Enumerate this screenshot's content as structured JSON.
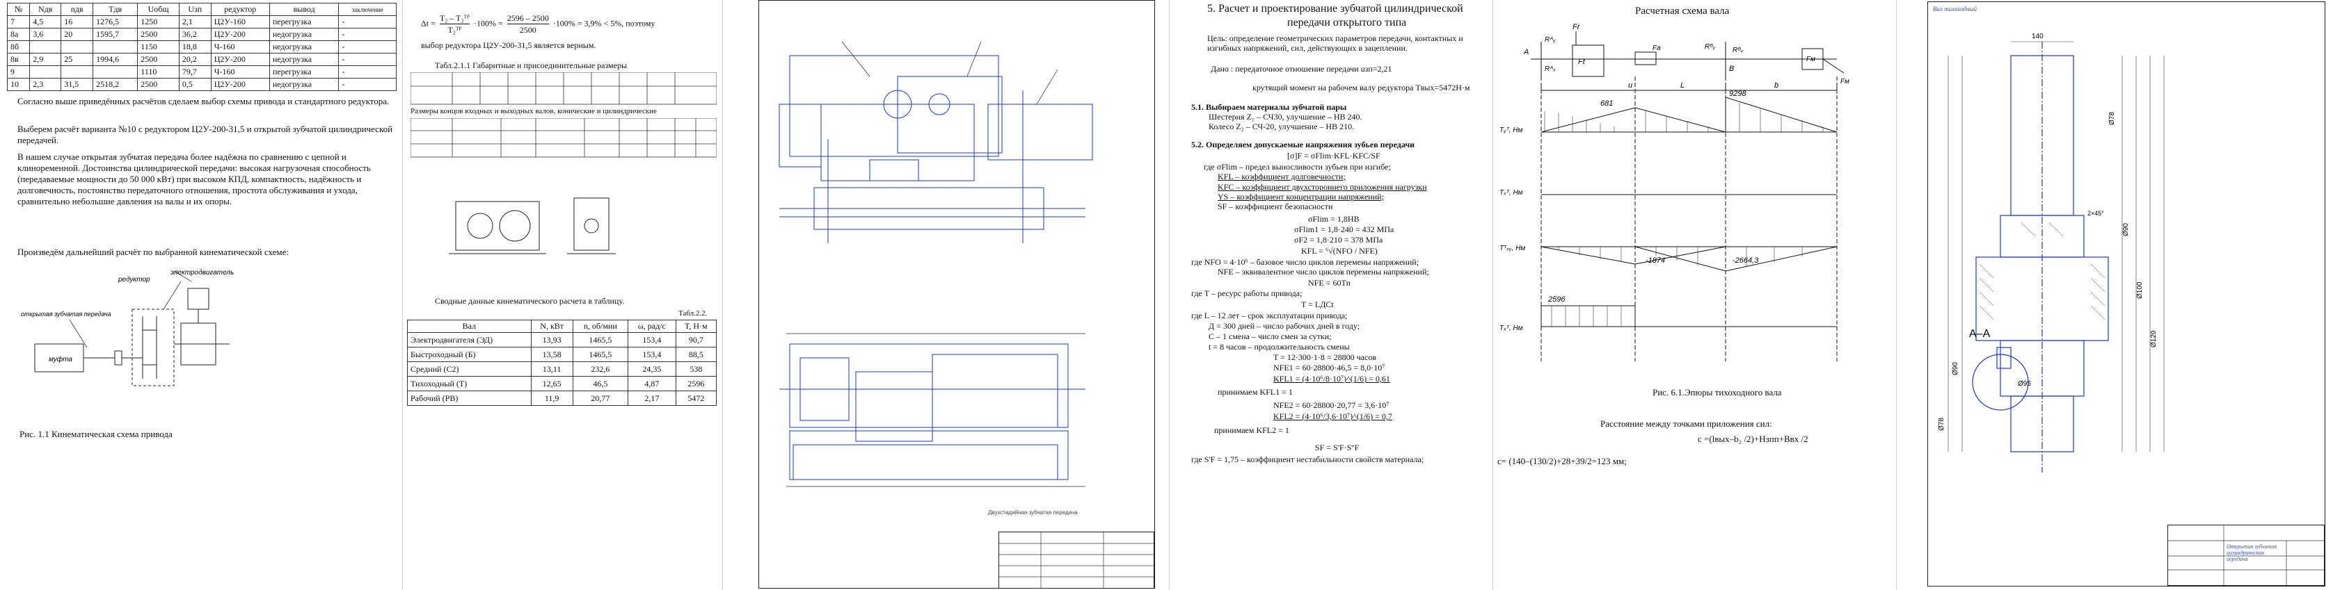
{
  "page1": {
    "table_headers": [
      "№",
      "Nдв",
      "nдв",
      "Тдв",
      "Uобщ",
      "Uзп",
      "редуктор",
      "вывод",
      "заключение"
    ],
    "table_rows": [
      [
        "7",
        "4,5",
        "16",
        "1276,5",
        "1250",
        "2,1",
        "Ц2У-160",
        "перегрузка",
        "-"
      ],
      [
        "8а",
        "3,6",
        "20",
        "1595,7",
        "2500",
        "36,2",
        "Ц2У-200",
        "недогрузка",
        "-"
      ],
      [
        "8б",
        "",
        "",
        "",
        "1150",
        "18,8",
        "Ч-160",
        "недогрузка",
        "-"
      ],
      [
        "8в",
        "2,9",
        "25",
        "1994,6",
        "2500",
        "20,2",
        "Ц2У-200",
        "недогрузка",
        "-"
      ],
      [
        "9",
        "",
        "",
        "",
        "1110",
        "79,7",
        "Ч-160",
        "перегрузка",
        "-"
      ],
      [
        "10",
        "2,3",
        "31,5",
        "2518,2",
        "2500",
        "0,5",
        "Ц2У-200",
        "недогрузка",
        "-"
      ]
    ],
    "para1": "Согласно выше приведённых расчётов сделаем выбор схемы привода и стандартного редуктора.",
    "para2": "Выберем расчёт варианта №10 с редуктором Ц2У-200-31,5 и открытой зубчатой цилиндрической передачей.",
    "para3": "В нашем случае открытая зубчатая передача более надёжна по сравнению с цепной и клиноременной. Достоинства цилиндрической передачи: высокая нагрузочная способность (передаваемые мощности до 50 000 кВт) при высоком КПД, компактность, надёжность и долговечность, постоянство передаточного отношения, простота обслуживания и ухода, сравнительно небольшие давления на валы и их опоры.",
    "para4": "Произведём дальнейший расчёт по выбранной кинематической схеме:",
    "diagram_labels": [
      "редуктор",
      "электродвигатель",
      "открытая зубчатая передача",
      "муфта"
    ],
    "caption": "Рис. 1.1 Кинематическая схема привода"
  },
  "page2": {
    "formula_left": "Δt =",
    "formula_frac_top": "T₂ – T₂ᵀᴾ",
    "formula_frac_bottom": "T₂ᵀᴾ",
    "formula_mid": "·100% =",
    "formula_frac2_top": "2596 – 2500",
    "formula_frac2_bottom": "2500",
    "formula_end": "·100% = 3,9% < 5%, поэтому",
    "line2": "выбор редуктора Ц2У-200-31,5 является верным.",
    "table_caption": "Табл.2.1.1 Габаритные и присоединительные размеры",
    "line3": "Размеры концов входных и выходных валов, конические и цилиндрические",
    "summary_title": "Сводные данные кинематического расчета в таблицу.",
    "summary_caption": "Табл.2.2.",
    "summary_headers": [
      "Вал",
      "N, кВт",
      "n, об/мин",
      "ω, рад/с",
      "T, Н·м"
    ],
    "summary_rows": [
      [
        "Электродвигателя (ЭД)",
        "13,93",
        "1465,5",
        "153,4",
        "90,7"
      ],
      [
        "Быстроходный (Б)",
        "13,58",
        "1465,5",
        "153,4",
        "88,5"
      ],
      [
        "Средний (С2)",
        "13,11",
        "232,6",
        "24,35",
        "538"
      ],
      [
        "Тихоходный (Т)",
        "12,65",
        "46,5",
        "4,87",
        "2596"
      ],
      [
        "Рабочий (РВ)",
        "11,9",
        "20,77",
        "2,17",
        "5472"
      ]
    ]
  },
  "page4": {
    "title_line1": "5. Расчет и проектирование зубчатой цилиндрической",
    "title_line2": "передачи  открытого типа",
    "goal": "Цель: определение геометрических параметров передачи, контактных и изгибных напряжений, сил, действующих в зацеплении.",
    "given": "Дано : передаточное отношение передачи uзп=2,21",
    "given2": "крутящий момент на рабочем валу редуктора Tвых=5472Н·м",
    "s51": "5.1. Выбираем материалы зубчатой пары",
    "s51a": "Шестерня Z₁ – СЧ30, улучшение – НВ 240.",
    "s51b": "Колесо Z₂ – СЧ-20, улучшение – НВ 210.",
    "s52": "5.2.  Определяем допускаемые напряжения зубьев передачи",
    "f1": "[σ]F = σFlim·KFL·KFC/SF",
    "l1": "где σFlim – предел выносливости зубьев при изгибе;",
    "l2": "KFL – коэффициент долговечности;",
    "l3": "KFC – коэффициент двухстороннего приложения нагрузки",
    "l4": "YS – коэффициент концентрации напряжений;",
    "l5": "SF – коэффициент безопасности",
    "f2": "σFlim = 1,8НВ",
    "f3": "σFlim1 = 1,8·240 = 432 МПа",
    "f4": "σF2 = 1,8·210 = 378 МПа",
    "f5": "KFL = ⁶√(NFO / NFE)",
    "l6": "где NFO = 4·10⁶ – базовое число циклов перемены напряжений;",
    "l7": "NFE – эквивалентное число циклов перемены напряжений;",
    "f6": "NFE = 60Tn",
    "l8": "где T – ресурс работы привода;",
    "f7": "T = LДCt",
    "l9": "где L – 12 лет – срок эксплуатации привода;",
    "l10": "Д = 300 дней – число рабочих дней в году;",
    "l11": "С – 1 смена – число смен за сутки;",
    "l12": "t = 8 часов – продолжительность смены",
    "f8": "T = 12·300·1·8 = 28800 часов",
    "f9": "NFE1 = 60·28800·46,5 = 8,0·10⁷",
    "f10": "KFL1 = (4·10⁶/8·10⁷)^(1/6) = 0,61",
    "l13": "принимаем KFL1 = 1",
    "f11": "NFE2 = 60·28800·20,77 = 3,6·10⁷",
    "f12": "KFL2 = (4·10⁶/3,6·10⁷)^(1/6) = 0,7",
    "l14": "принимаем KFL2 = 1",
    "f13": "SF = S'F·S''F",
    "l15": "где S'F = 1,75 – коэффициент нестабильности свойств материала;"
  },
  "page5": {
    "title": "Расчетная схема вала",
    "labels": [
      "Fr",
      "A",
      "Ft",
      "Rᴬᵧ",
      "Rᴬₓ",
      "Fa",
      "B",
      "Rᴮᵧ",
      "Rᴮₓ",
      "Fм",
      "Fм",
      "u",
      "L",
      "b"
    ],
    "moment_labels": [
      "Tᵧᵀ, Нм",
      "Tₓᵀ, Нм",
      "Tᵀₓᵧ, Нм",
      "Tₓᵀ, Нм"
    ],
    "values": [
      "681",
      "9298",
      "-1874",
      "-2664,3",
      "2596"
    ],
    "caption": "Рис. 6.1.Эпюры тихоходного вала",
    "dist_title": "Расстояние между точками приложения сил:",
    "dist_formula": "с =(lвых–b₂ /2)+Hзпп+Bвх /2",
    "dist_value": "c= (140–(130/2)+28+39/2=123 мм;"
  },
  "drawings": {
    "drawing_note": "Двухстадийная зубчатая передача",
    "shaft_dims": [
      "Ø78",
      "Ø90",
      "Ø100",
      "Ø120",
      "Ø90",
      "Ø78",
      "140",
      "Ø95",
      "2×45°"
    ],
    "section_label": "А–А",
    "title_block": "Открытая зубчатая цилиндрическая передача",
    "title_block_shaft": "Вал тихоходный"
  }
}
